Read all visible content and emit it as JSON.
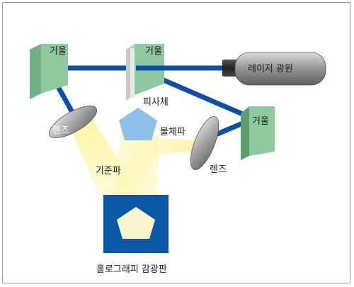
{
  "labels": {
    "mirror_left": "거울",
    "mirror_center": "거울",
    "mirror_right": "거울",
    "laser": "레이저 광원",
    "lens_left": "렌즈",
    "lens_right": "렌즈",
    "object": "피사체",
    "object_wave": "물체파",
    "reference_wave": "기준파",
    "plate": "홀로그래피 감광판"
  },
  "colors": {
    "beam": "#0c4fa8",
    "mirror_face": "#8fc9a0",
    "mirror_edge": "#5c9c70",
    "laser_body": "#9a9a9a",
    "object": "#8ec0ea",
    "light_cone": "#fdf6a0",
    "plate_outer": "#0a57a8",
    "plate_inner": "#fbf6cf"
  }
}
